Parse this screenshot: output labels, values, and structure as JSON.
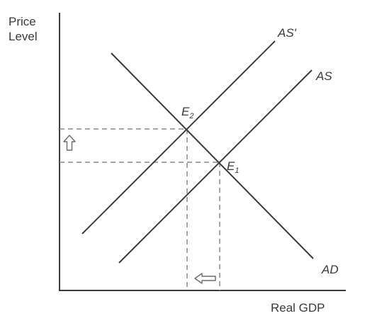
{
  "axes": {
    "y_label_line1": "Price",
    "y_label_line2": "Level",
    "x_label": "Real GDP"
  },
  "curves": {
    "as_prime": "AS'",
    "as": "AS",
    "ad": "AD"
  },
  "equilibria": {
    "e2_letter": "E",
    "e2_sub": "2",
    "e1_letter": "E",
    "e1_sub": "1"
  },
  "colors": {
    "line": "#3a3a3a",
    "dashed": "#8a8a8a",
    "arrow": "#6a6a6a"
  }
}
